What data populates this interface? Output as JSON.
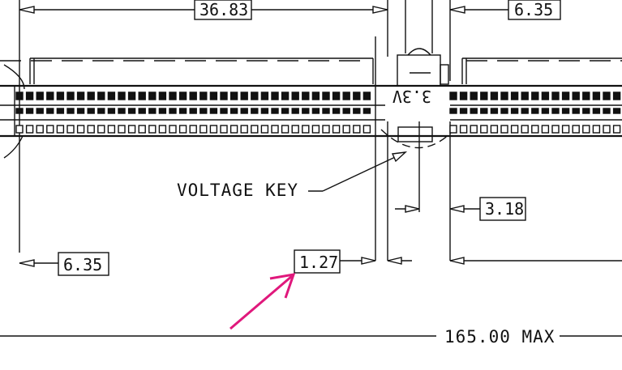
{
  "dimensions": {
    "top_width": "36.83",
    "top_right": "6.35",
    "left_offset": "6.35",
    "pitch": "1.27",
    "key_offset": "3.18",
    "overall": "165.00 MAX"
  },
  "labels": {
    "voltage_key": "VOLTAGE KEY",
    "key_marking": "3.3V"
  },
  "colors": {
    "line": "#111111",
    "annotation_arrow": "#e0187c"
  }
}
